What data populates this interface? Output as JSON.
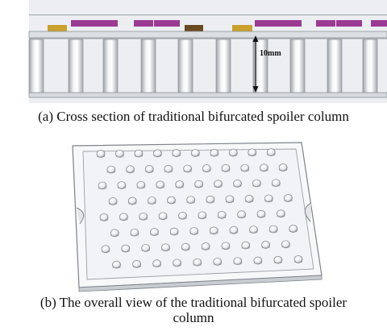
{
  "panel_a": {
    "dimension_label": "10mm",
    "caption": "(a) Cross section of traditional bifurcated spoiler column"
  },
  "panel_b": {
    "caption_line1": "(b) The overall view of the traditional bifurcated spoiler",
    "caption_line2": "column",
    "columns_per_row": 10,
    "rows": 8
  },
  "colors": {
    "component_purple": "#9b3a93",
    "component_gold": "#c9a12c",
    "component_brown": "#6a4a20",
    "substrate": "#d6d9dd",
    "background_panel": "#eceef2"
  }
}
